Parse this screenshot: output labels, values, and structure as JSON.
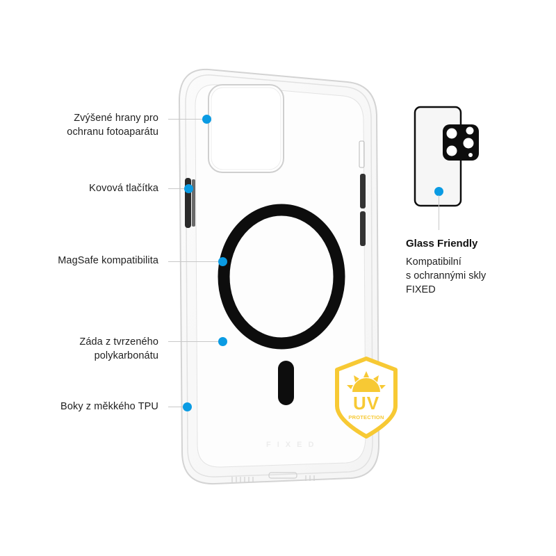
{
  "colors": {
    "accent_dot": "#0a9be3",
    "leader_line": "#c8c8c8",
    "magsafe_ring": "#0d0d0d",
    "uv_badge": "#f7c934",
    "text": "#1f1f1f"
  },
  "callouts": [
    {
      "id": "raised-edges",
      "lines": [
        "Zvýšené hrany pro",
        "ochranu fotoaparátu"
      ]
    },
    {
      "id": "metal-buttons",
      "lines": [
        "Kovová tlačítka"
      ]
    },
    {
      "id": "magsafe",
      "lines": [
        "MagSafe kompatibilita"
      ]
    },
    {
      "id": "hardened-back",
      "lines": [
        "Záda z tvrzeného",
        "polykarbonátu"
      ]
    },
    {
      "id": "soft-sides",
      "lines": [
        "Boky z měkkého TPU"
      ]
    }
  ],
  "glass_friendly": {
    "title": "Glass Friendly",
    "description": [
      "Kompatibilní",
      "s ochrannými skly",
      "FIXED"
    ]
  },
  "uv_badge": {
    "main": "UV",
    "sub": "PROTECTION",
    "icon": "sun-icon"
  },
  "case": {
    "brand_watermark": "FIXED"
  }
}
